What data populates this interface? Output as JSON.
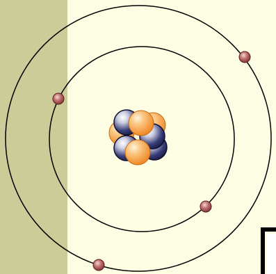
{
  "colors": {
    "background": "#FDFDE3",
    "left_panel": "#CCCC99",
    "orbit_stroke": "#000000",
    "proton": "#F7A24A",
    "neutron": "#3B3F7A",
    "electron": "#9A4A4A",
    "corner_frame": "#000000"
  },
  "diagram": {
    "inner_shell_electrons": 2,
    "outer_shell_electrons": 2,
    "nucleus": {
      "protons": 4,
      "neutrons": 4
    }
  },
  "icons": {
    "proton": "orange-sphere",
    "neutron": "navy-sphere",
    "electron": "maroon-sphere"
  }
}
